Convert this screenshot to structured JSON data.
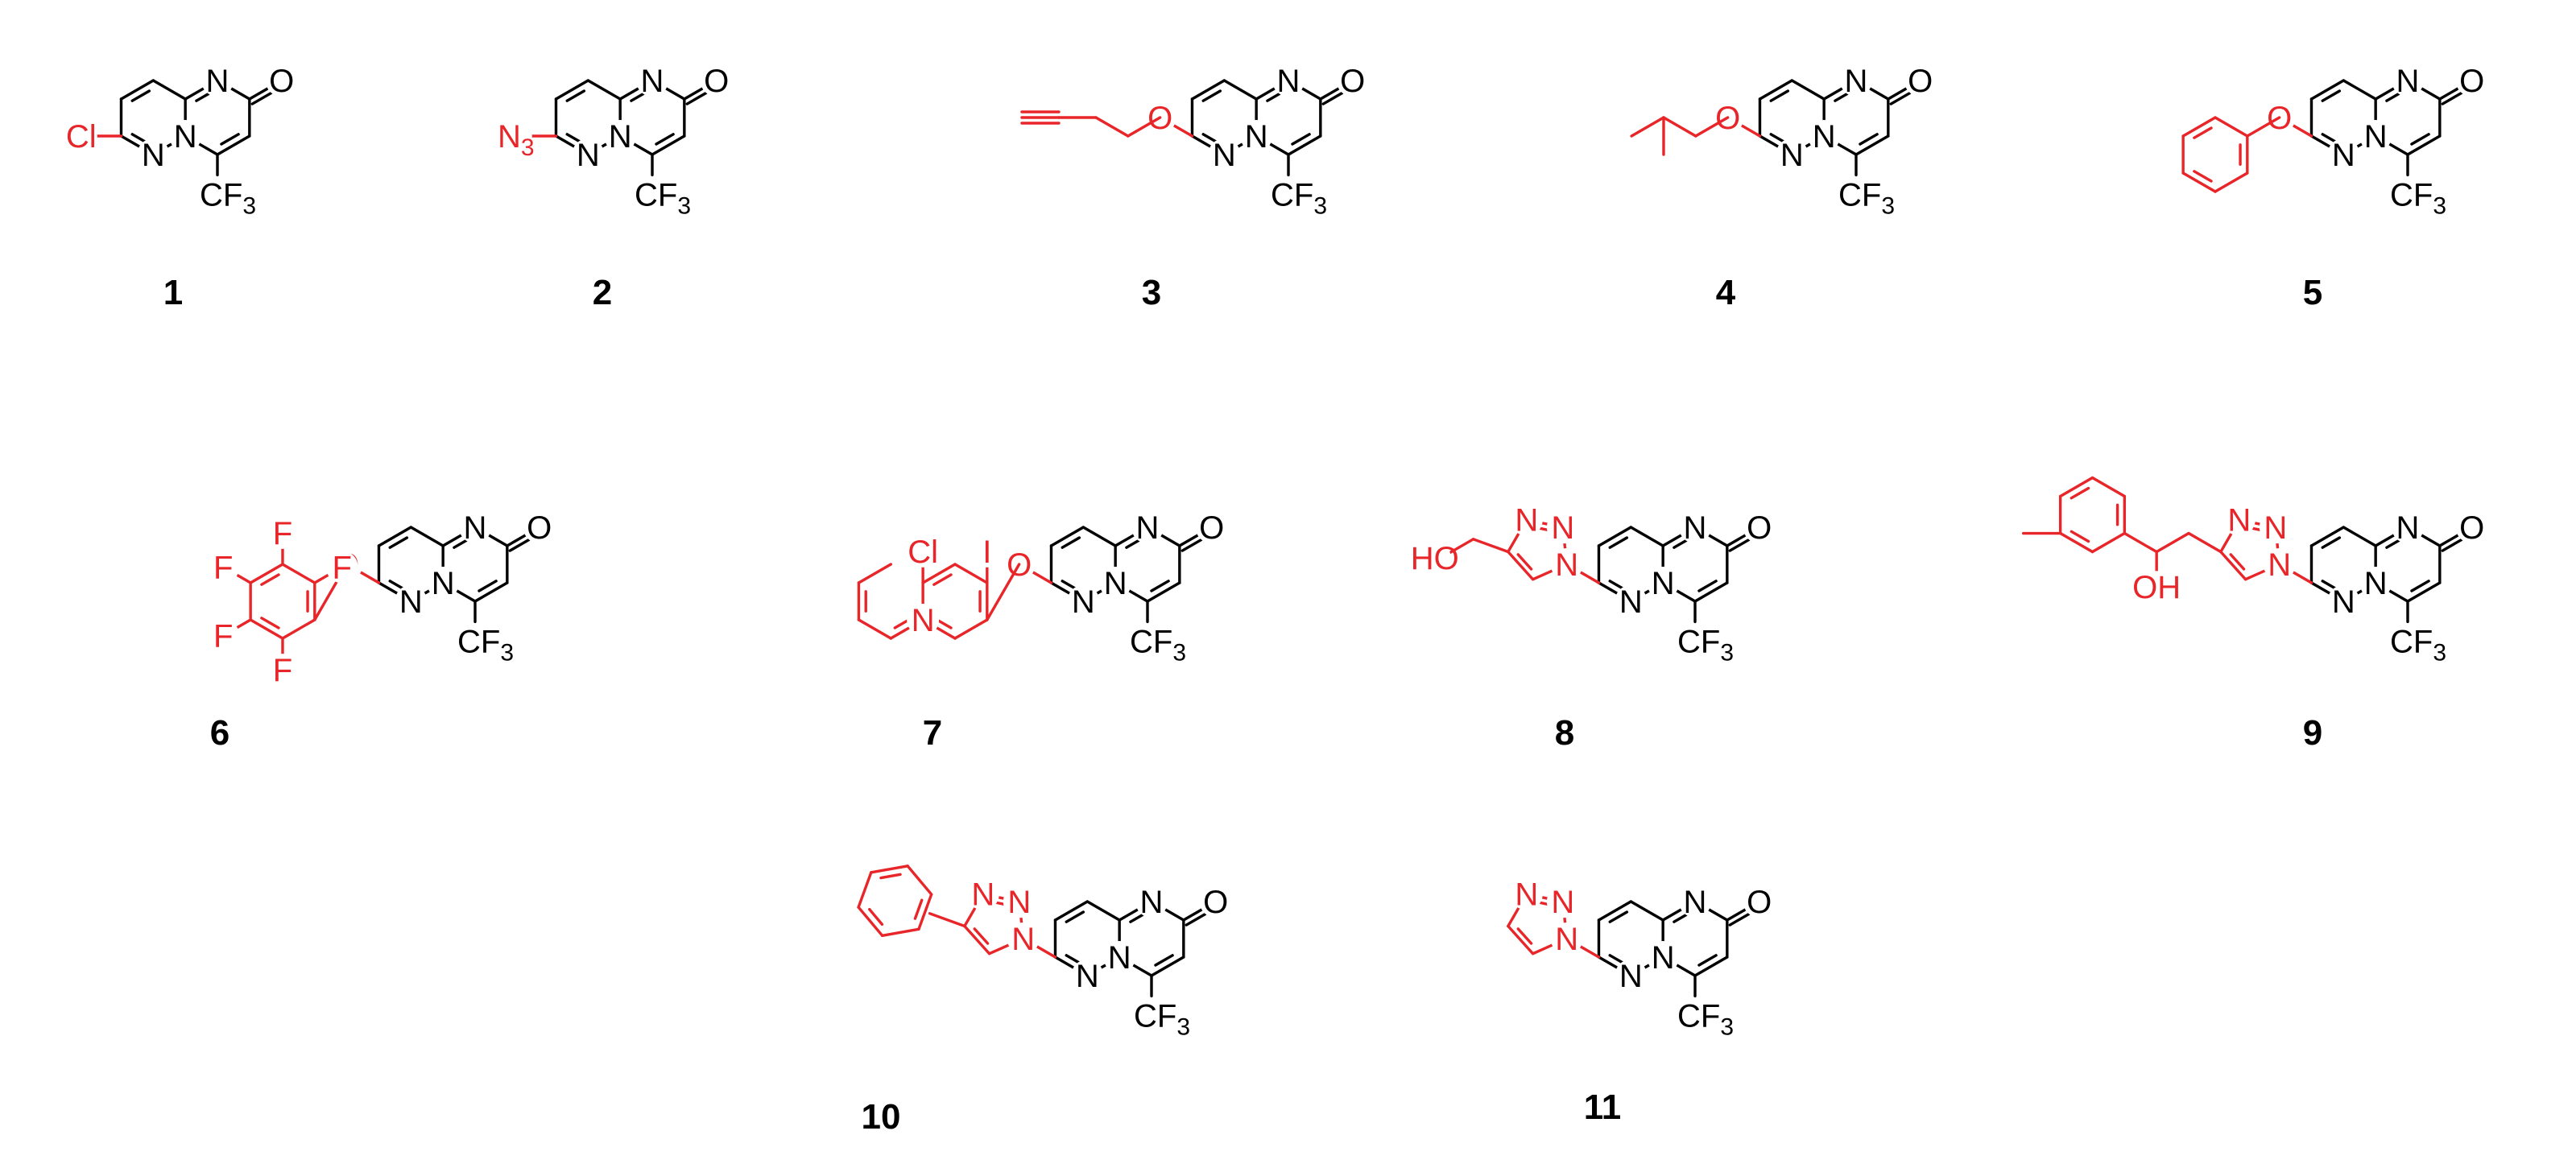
{
  "colors": {
    "core": "#000000",
    "substituent": "#e8262a",
    "background": "#ffffff"
  },
  "core": {
    "ring_atoms": [
      "N",
      "N",
      "N"
    ],
    "carbonyl_oxygen": "O",
    "cf3_prefix": "CF",
    "cf3_subscript": "3"
  },
  "compounds": [
    {
      "number": "1",
      "substituent": {
        "type": "chloro",
        "atom": "Cl"
      }
    },
    {
      "number": "2",
      "substituent": {
        "type": "azido",
        "label": "N",
        "subscript": "3"
      }
    },
    {
      "number": "3",
      "substituent": {
        "type": "butynyloxy",
        "linker_atom": "O"
      }
    },
    {
      "number": "4",
      "substituent": {
        "type": "isobutoxy",
        "linker_atom": "O"
      }
    },
    {
      "number": "5",
      "substituent": {
        "type": "phenoxy",
        "linker_atom": "O"
      }
    },
    {
      "number": "6",
      "substituent": {
        "type": "pentafluorophenoxy",
        "linker_atom": "O",
        "atoms": [
          "F",
          "F",
          "F",
          "F",
          "F"
        ]
      }
    },
    {
      "number": "7",
      "substituent": {
        "type": "chloro-iodo-quinolinyloxy",
        "linker_atom": "O",
        "atoms": [
          "Cl",
          "I",
          "N"
        ]
      }
    },
    {
      "number": "8",
      "substituent": {
        "type": "hydroxymethyl-triazolyl",
        "atoms": [
          "N",
          "N",
          "N",
          "HO"
        ]
      }
    },
    {
      "number": "9",
      "substituent": {
        "type": "hydroxy-tolylethyl-triazolyl",
        "atoms": [
          "N",
          "N",
          "N",
          "OH"
        ]
      }
    },
    {
      "number": "10",
      "substituent": {
        "type": "phenyl-triazolyl",
        "atoms": [
          "N",
          "N",
          "N"
        ]
      }
    },
    {
      "number": "11",
      "substituent": {
        "type": "triazolyl",
        "atoms": [
          "N",
          "N",
          "N"
        ]
      }
    }
  ]
}
